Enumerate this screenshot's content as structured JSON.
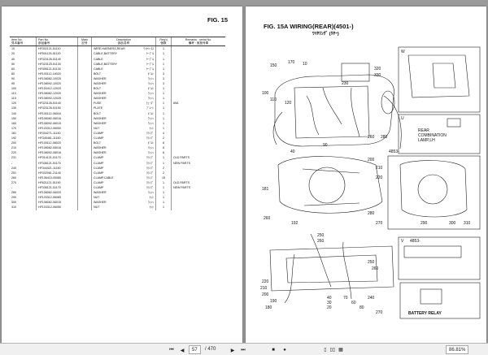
{
  "left_page": {
    "fig_title": "FIG. 15",
    "headers": {
      "item_no": "Item No.",
      "item_no_jp": "見本番号",
      "part_no": "Part No.",
      "part_no_jp": "部品番号",
      "mark": "Mark",
      "mark_jp": "記号",
      "description": "Description",
      "description_jp": "部品名称",
      "req": "Req'd",
      "req_jp": "個数",
      "remarks": "Remarks : serial No.",
      "remarks_jp": "備考 : 実施号車"
    },
    "rows": [
      {
        "item": "10",
        "part": "HF302121-51110",
        "desc": "WIRE HARNESS,REAR",
        "kana": "ﾜｲﾔﾊｰﾈｽ",
        "req": "1",
        "remarks": ""
      },
      {
        "item": "20",
        "part": "HF501125-51120",
        "desc": "CABLE,BATTERY",
        "kana": "ｹｰﾌﾞﾙ",
        "req": "1",
        "remarks": ""
      },
      {
        "item": "40",
        "part": "HF323126-51140",
        "desc": "CABLE",
        "kana": "ｹｰﾌﾞﾙ",
        "req": "1",
        "remarks": ""
      },
      {
        "item": "50",
        "part": "HF323125-51130",
        "desc": "CABLE,BATTERY",
        "kana": "ｹｰﾌﾞﾙ",
        "req": "1",
        "remarks": ""
      },
      {
        "item": "60",
        "part": "HF306121-51130",
        "desc": "CABLE",
        "kana": "ｹｰﾌﾞﾙ",
        "req": "1",
        "remarks": ""
      },
      {
        "item": "80",
        "part": "HF100112-16020",
        "desc": "BOLT",
        "kana": "ﾎﾞﾙﾄ",
        "req": "3",
        "remarks": ""
      },
      {
        "item": "90",
        "part": "HF108082-10025",
        "desc": "WASHER",
        "kana": "ﾜｯｼｬ",
        "req": "3",
        "remarks": ""
      },
      {
        "item": "95",
        "part": "HF108092-10020",
        "desc": "WASHER",
        "kana": "ﾜｯｼｬ",
        "req": "3",
        "remarks": ""
      },
      {
        "item": "100",
        "part": "HF100412-12020",
        "desc": "BOLT",
        "kana": "ﾎﾞﾙﾄ",
        "req": "1",
        "remarks": ""
      },
      {
        "item": "110",
        "part": "HF108082-12020",
        "desc": "WASHER",
        "kana": "ﾜｯｼｬ",
        "req": "1",
        "remarks": ""
      },
      {
        "item": "115",
        "part": "HF108092-12025",
        "desc": "WASHER",
        "kana": "ﾜｯｼｬ",
        "req": "1",
        "remarks": ""
      },
      {
        "item": "120",
        "part": "HF323126-51140",
        "desc": "FUSE",
        "kana": "ﾋｭｰｽﾞ",
        "req": "1",
        "remarks": "65A"
      },
      {
        "item": "130",
        "part": "HF323126-51150",
        "desc": "PLATE",
        "kana": "ﾌﾟﾚｰﾄ",
        "req": "1",
        "remarks": ""
      },
      {
        "item": "140",
        "part": "HF100112-06016",
        "desc": "BOLT",
        "kana": "ﾎﾞﾙﾄ",
        "req": "1",
        "remarks": ""
      },
      {
        "item": "150",
        "part": "HF108082-06016",
        "desc": "WASHER",
        "kana": "ﾜｯｼｬ",
        "req": "1",
        "remarks": ""
      },
      {
        "item": "160",
        "part": "HF108092-06015",
        "desc": "WASHER",
        "kana": "ﾜｯｼｬ",
        "req": "1",
        "remarks": ""
      },
      {
        "item": "170",
        "part": "HF103312-06050",
        "desc": "NUT",
        "kana": "ﾅｯﾄ",
        "req": "1",
        "remarks": ""
      },
      {
        "item": "181",
        "part": "HF334271-11140",
        "desc": "CLAMP",
        "kana": "ｸﾗﾝﾌﾟ",
        "req": "4",
        "remarks": ""
      },
      {
        "item": "192",
        "part": "HF345461-11160",
        "desc": "CLAMP",
        "kana": "ｸﾗﾝﾌﾟ",
        "req": "2",
        "remarks": ""
      },
      {
        "item": "200",
        "part": "HF100112-08020",
        "desc": "BOLT",
        "kana": "ﾎﾞﾙﾄ",
        "req": "8",
        "remarks": ""
      },
      {
        "item": "210",
        "part": "HF108082-08016",
        "desc": "WASHER",
        "kana": "ﾜｯｼｬ",
        "req": "6",
        "remarks": ""
      },
      {
        "item": "220",
        "part": "HF108092-08016",
        "desc": "WASHER",
        "kana": "ﾜｯｼｬ",
        "req": "6",
        "remarks": ""
      },
      {
        "item": "231",
        "part": "HF314121-51170",
        "desc": "CLAMP",
        "kana": "ｸﾗﾝﾌﾟ",
        "req": "1",
        "remarks": "OLD PARTS"
      },
      {
        "item": "-",
        "part": "HF336121-51170",
        "desc": "CLAMP",
        "kana": "ｸﾗﾝﾌﾟ",
        "req": "1",
        "remarks": "NEW PARTS"
      },
      {
        "item": "240",
        "part": "HF344421-11150",
        "desc": "CLAMP",
        "kana": "ｸﾗﾝﾌﾟ",
        "req": "2",
        "remarks": ""
      },
      {
        "item": "251",
        "part": "HF332061-21140",
        "desc": "CLAMP",
        "kana": "ｸﾗﾝﾌﾟ",
        "req": "2",
        "remarks": ""
      },
      {
        "item": "260",
        "part": "HF136410-05080",
        "desc": "CLAMP,CABLE",
        "kana": "ｸﾗﾝﾌﾟ",
        "req": "15",
        "remarks": ""
      },
      {
        "item": "270",
        "part": "HF621121-51190",
        "desc": "CLAMP",
        "kana": "ｸﾗﾝﾌﾟ",
        "req": "1",
        "remarks": "OLD PARTS"
      },
      {
        "item": "-",
        "part": "HF336121-51170",
        "desc": "CLAMP",
        "kana": "ｸﾗﾝﾌﾟ",
        "req": "1",
        "remarks": "NEW PARTS"
      },
      {
        "item": "280",
        "part": "HF108082-06020",
        "desc": "WASHER",
        "kana": "ﾜｯｼｬ",
        "req": "1",
        "remarks": ""
      },
      {
        "item": "290",
        "part": "HF103312-06065",
        "desc": "NUT",
        "kana": "ﾅｯﾄ",
        "req": "1",
        "remarks": ""
      },
      {
        "item": "300",
        "part": "HF108082-06015",
        "desc": "WASHER",
        "kana": "ﾜｯｼｬ",
        "req": "1",
        "remarks": ""
      },
      {
        "item": "310",
        "part": "HF103312-06050",
        "desc": "NUT",
        "kana": "ﾅｯﾄ",
        "req": "1",
        "remarks": ""
      }
    ]
  },
  "right_page": {
    "fig_title": "FIG. 15A   WIRING(REAR)(4501-)",
    "fig_subtitle": "ﾜｲﾔﾘﾝｸﾞ (ﾘﾔｰ)",
    "labels": {
      "rear_lamp": "REAR\nCOMBINATION\nLAMP,LH",
      "serial_a": "4853-",
      "serial_b": "4853-",
      "battery_relay": "BATTERY RELAY",
      "view_u": "U",
      "view_v": "V",
      "view_w": "W"
    },
    "callouts": [
      "150",
      "170",
      "10",
      "320",
      "330",
      "230",
      "100",
      "110",
      "120",
      "260",
      "280",
      "90",
      "40",
      "200",
      "210",
      "220",
      "181",
      "260",
      "192",
      "280",
      "270",
      "300",
      "310",
      "290",
      "250",
      "260",
      "220",
      "210",
      "200",
      "190",
      "180",
      "250",
      "260",
      "70",
      "60",
      "40",
      "30",
      "20",
      "80",
      "240",
      "270"
    ]
  },
  "statusbar": {
    "page_current": "57",
    "page_total": "/ 470",
    "zoom": "86.81%"
  },
  "colors": {
    "viewer_bg": "#9a9a9a",
    "statusbar_bg": "#f0f0f0"
  }
}
